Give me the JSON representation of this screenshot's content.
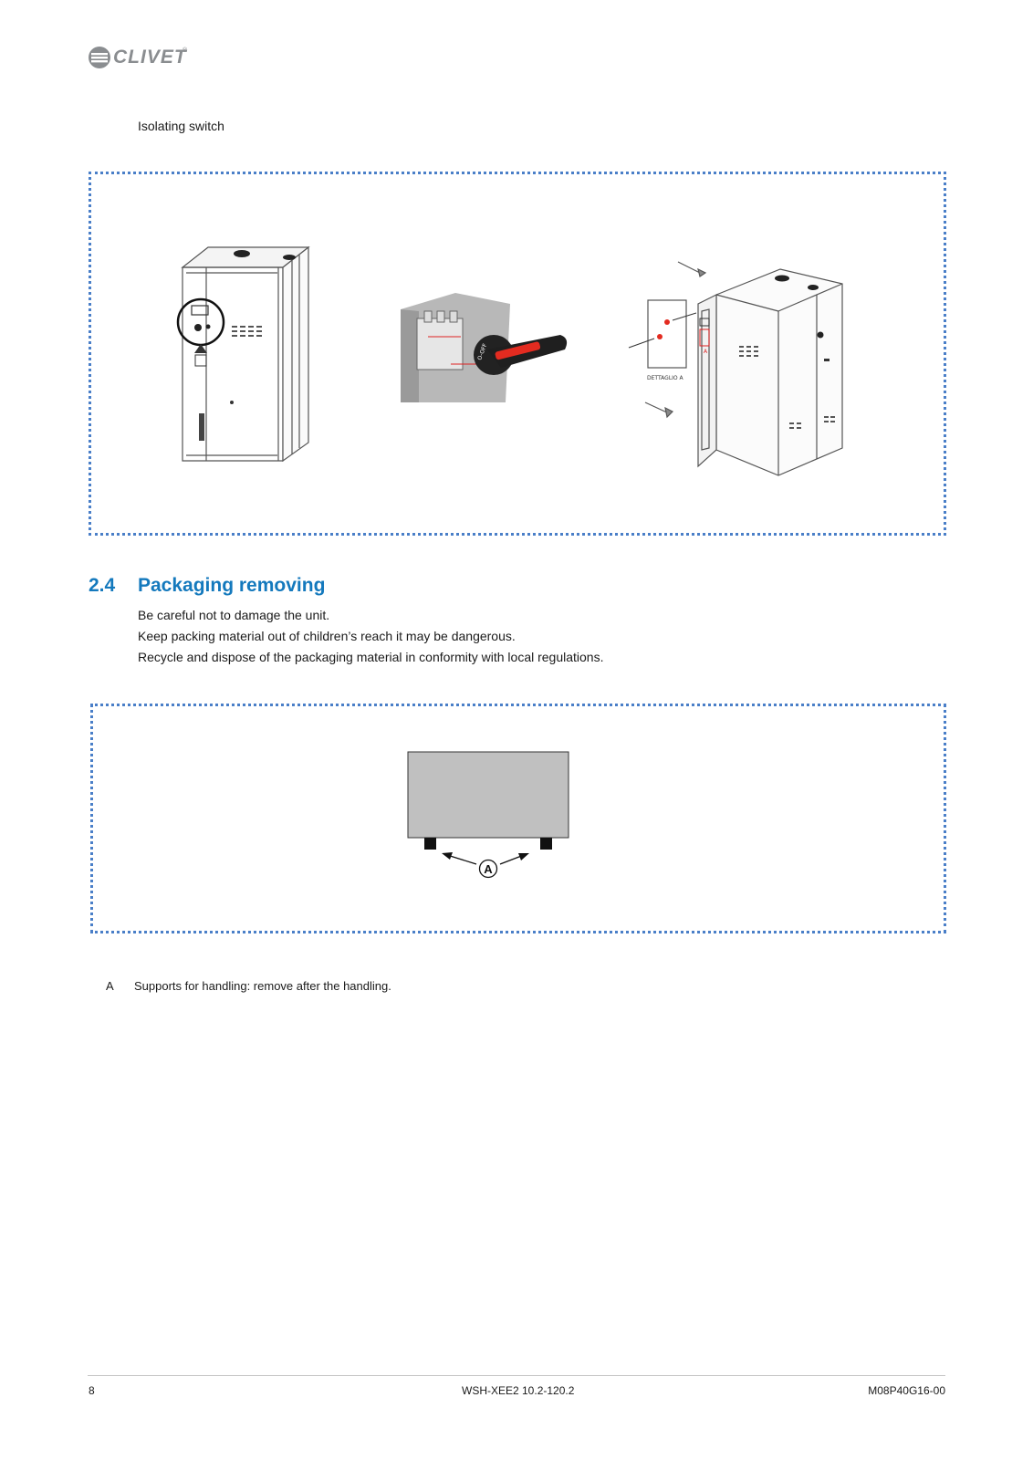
{
  "header": {
    "brand": "CLIVET",
    "brand_reg": "®"
  },
  "figure1": {
    "caption": "Isolating switch",
    "detail_label": "DETTAGLIO A",
    "detail_marker": "A"
  },
  "section": {
    "number": "2.4",
    "title": "Packaging removing",
    "color": "#1479bd",
    "paragraphs": [
      "Be careful not to damage the unit.",
      "Keep packing material out of children’s reach it may be dangerous.",
      "Recycle and dispose of the packaging material in conformity with local regulations."
    ]
  },
  "figure2": {
    "marker": "A",
    "box_color": "#c0c0c0"
  },
  "legend": {
    "key": "A",
    "text": "Supports for handling: remove after the handling."
  },
  "footer": {
    "page_number": "8",
    "model": "WSH-XEE2 10.2-120.2",
    "doc_code": "M08P40G16-00"
  }
}
